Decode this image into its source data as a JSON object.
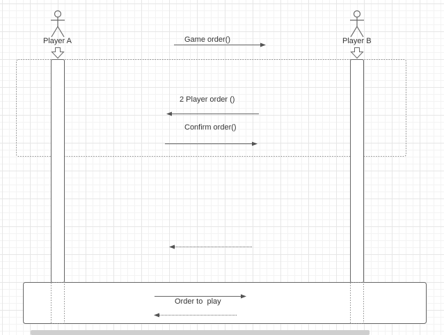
{
  "actors": [
    {
      "name": "Player A"
    },
    {
      "name": "Player B"
    }
  ],
  "messages": [
    {
      "label": "Game order()",
      "direction": "A-to-B",
      "style": "solid"
    },
    {
      "label": "2 Player order ()",
      "direction": "B-to-A",
      "style": "solid"
    },
    {
      "label": "Confirm order()",
      "direction": "A-to-B",
      "style": "solid"
    },
    {
      "label": "",
      "direction": "B-to-A",
      "style": "dotted"
    },
    {
      "label": "Order to  play",
      "direction": "A-to-B",
      "style": "solid"
    },
    {
      "label": "",
      "direction": "B-to-A",
      "style": "dotted"
    }
  ],
  "colors": {
    "stroke": "#666666",
    "text": "#333333",
    "grid": "#e6e6e6"
  }
}
